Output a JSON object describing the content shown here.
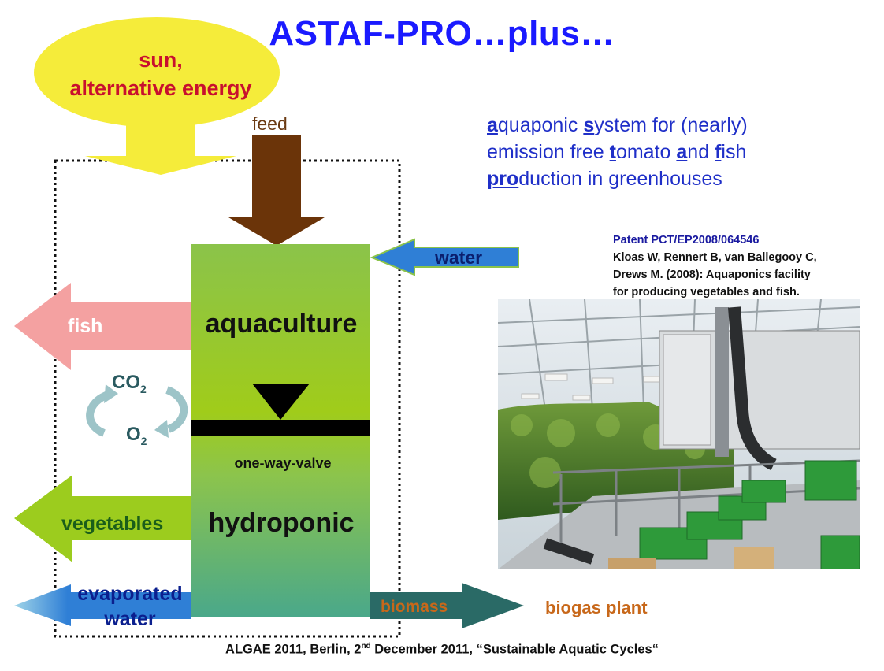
{
  "title": "ASTAF-PRO…plus…",
  "sun": {
    "line1": "sun,",
    "line2": "alternative energy"
  },
  "feed_label": "feed",
  "tagline": {
    "p1": "a",
    "p2": "quaponic ",
    "p3": "s",
    "p4": "ystem for (nearly)",
    "p5": "emission free ",
    "p6": "t",
    "p7": "omato ",
    "p8": "a",
    "p9": "nd ",
    "p10": "f",
    "p11": "ish",
    "p12": "pro",
    "p13": "duction in greenhouses"
  },
  "patent": {
    "id": "Patent PCT/EP2008/064546",
    "line1": "Kloas W, Rennert B, van Ballegooy C,",
    "line2": "Drews M. (2008): Aquaponics facility",
    "line3": "for producing vegetables and fish."
  },
  "system": {
    "aquaculture": "aquaculture",
    "valve": "one-way-valve",
    "hydroponic": "hydroponic"
  },
  "flows": {
    "water": "water",
    "fish": "fish",
    "vegetables": "vegetables",
    "evaporated_1": "evaporated",
    "evaporated_2": "water",
    "biomass": "biomass",
    "biogas": "biogas plant"
  },
  "gas_cycle": {
    "co2": "CO",
    "co2_sub": "2",
    "o2": "O",
    "o2_sub": "2"
  },
  "footer": {
    "a": "ALGAE 2011, Berlin, 2",
    "sup": "nd",
    "b": " December 2011, “Sustainable Aquatic Cycles“"
  },
  "colors": {
    "title": "#1a1aff",
    "sun": "#f5ec3a",
    "sun_text": "#c8102e",
    "feed_arrow": "#6b3409",
    "tank_top": "#8bc34a",
    "tank_mid": "#9ccc1e",
    "tank_bottom": "#4caf82",
    "water_arrow": "#2f7fd6",
    "fish_arrow": "#f4a1a1",
    "veg_arrow": "#9ccc1e",
    "biomass_arrow": "#2a6a66"
  }
}
